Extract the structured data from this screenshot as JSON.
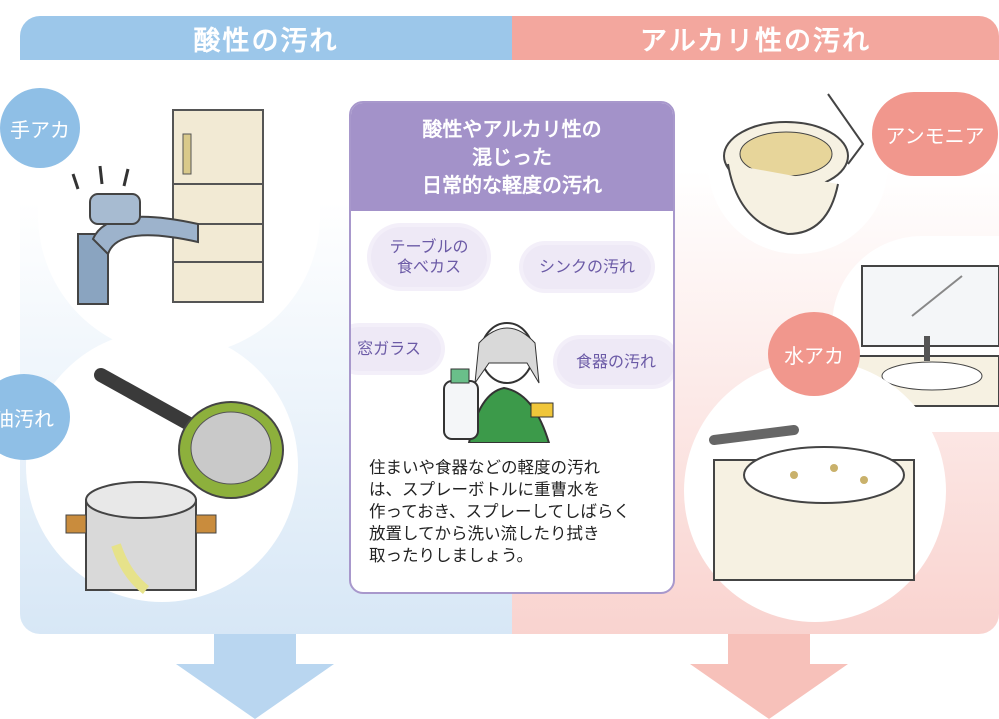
{
  "headers": {
    "acid": "酸性の汚れ",
    "alkaline": "アルカリ性の汚れ"
  },
  "left_badges": {
    "hand_grime": "手アカ",
    "oil_grime": "油汚れ"
  },
  "right_badges": {
    "ammonia": "アンモニア",
    "water_scale": "水アカ"
  },
  "center": {
    "title_lines": [
      "酸性やアルカリ性の",
      "混じった",
      "日常的な軽度の汚れ"
    ],
    "clouds": {
      "table": [
        "テーブルの",
        "食べカス"
      ],
      "sink": "シンクの汚れ",
      "window": "窓ガラス",
      "dishes": "食器の汚れ"
    },
    "body_lines": [
      "住まいや食器などの軽度の汚れ",
      "は、スプレーボトルに重曹水を",
      "作っておき、スプレーしてしばらく",
      "放置してから洗い流したり拭き",
      "取ったりしましょう。"
    ]
  },
  "colors": {
    "acid_blue": "#9cc7ea",
    "alkaline_pink": "#f3a79e",
    "center_purple": "#a392c9"
  }
}
